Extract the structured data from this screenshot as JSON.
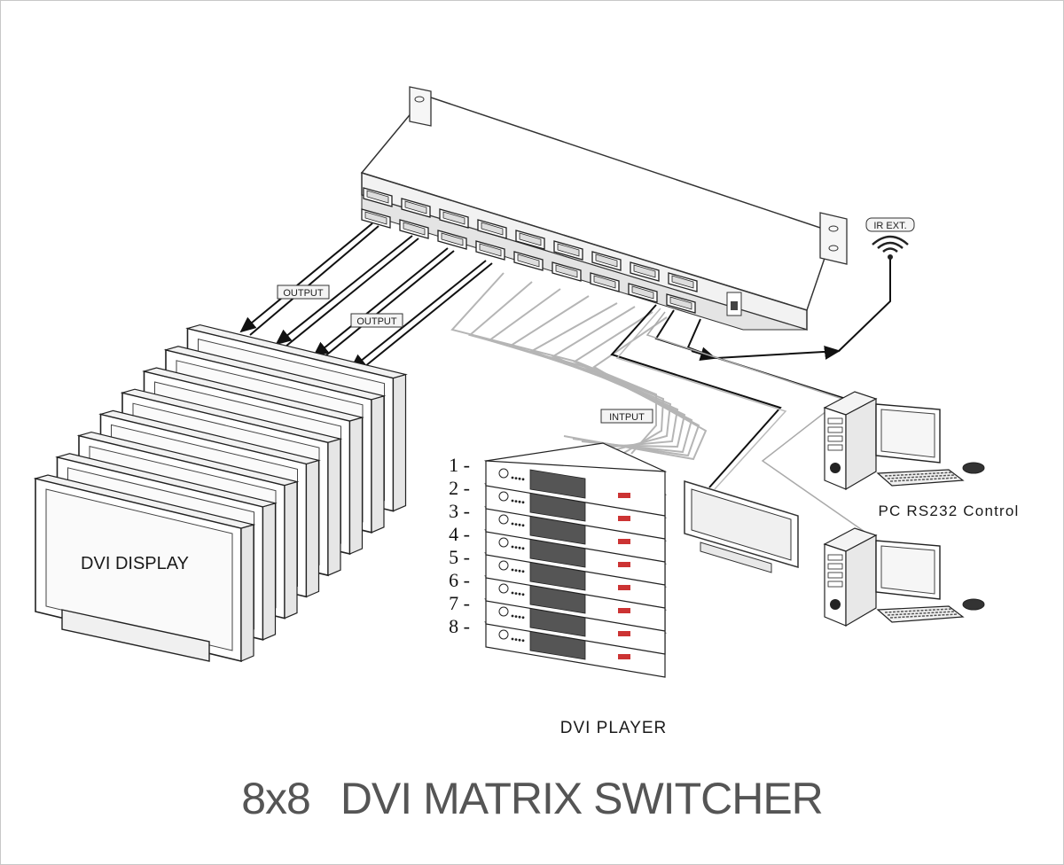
{
  "diagram": {
    "labels": {
      "ir_tag": "IR EXT.",
      "output_tag_1": "OUTPUT",
      "output_tag_2": "OUTPUT",
      "input_tag": "INTPUT",
      "dvi_display": "DVI DISPLAY",
      "dvi_player": "DVI PLAYER",
      "pc_control": "PC  RS232  Control"
    },
    "player_numbers": [
      "1 -",
      "2 -",
      "3 -",
      "4 -",
      "5 -",
      "6 -",
      "7 -",
      "8 -"
    ],
    "title_left": "8x8",
    "title_right": "DVI MATRIX SWITCHER"
  }
}
